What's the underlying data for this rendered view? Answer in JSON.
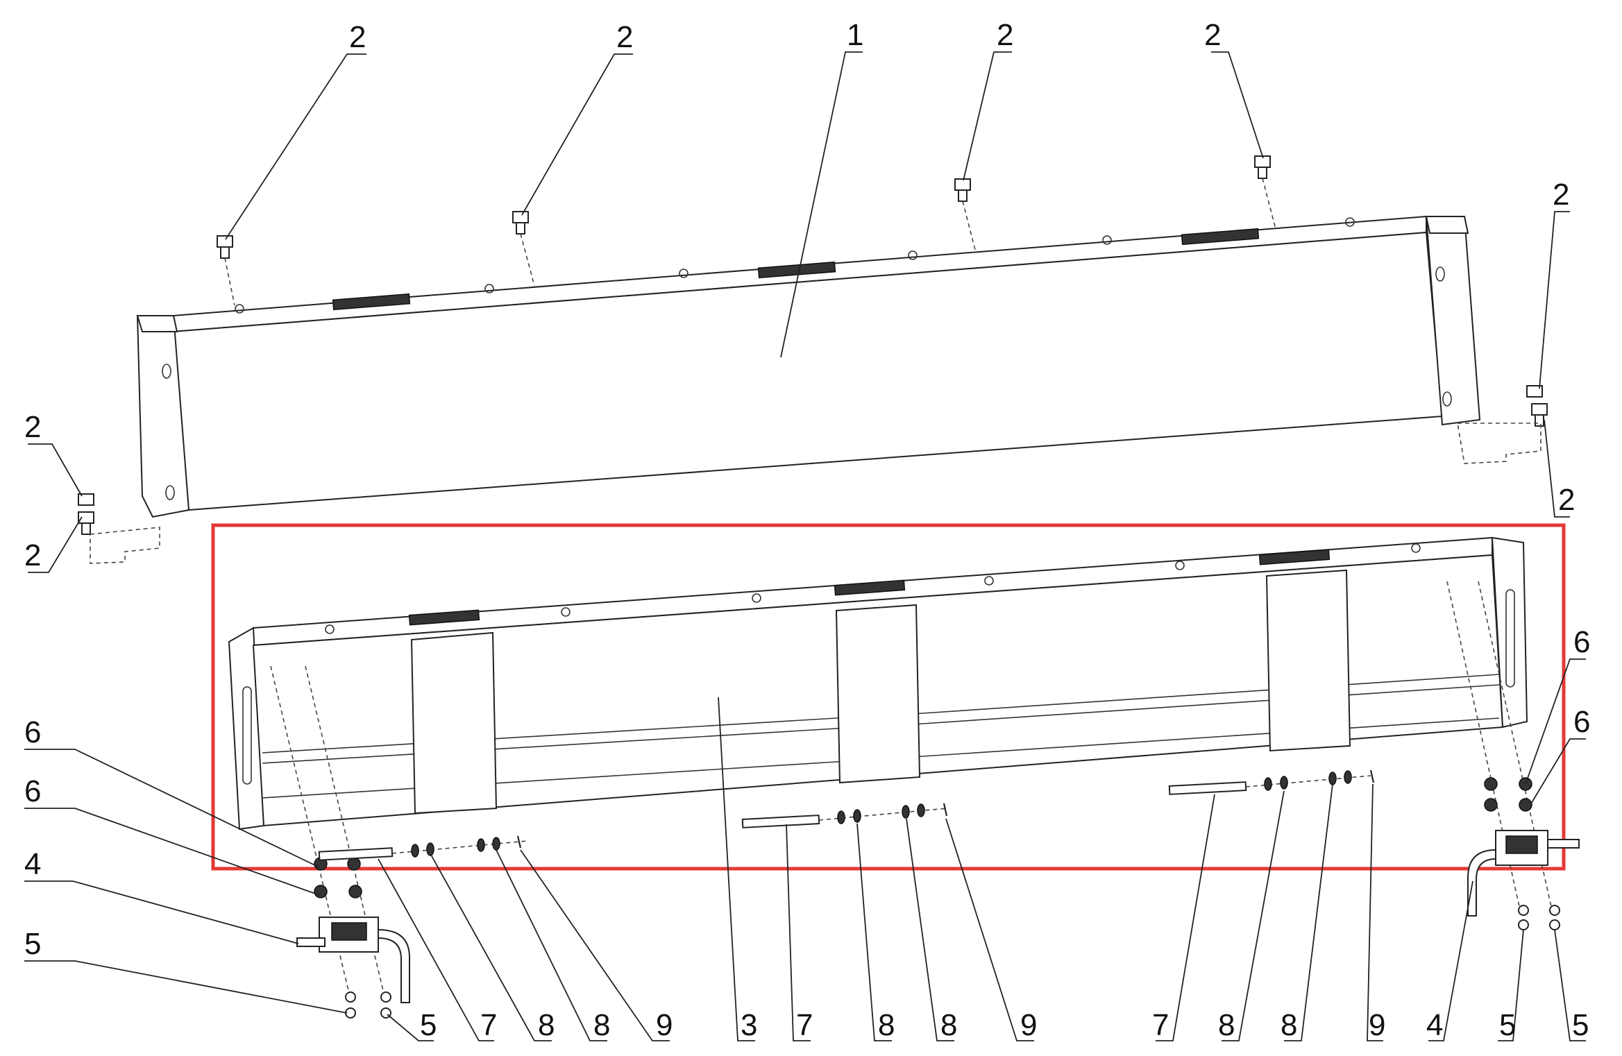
{
  "diagram": {
    "callouts": [
      {
        "id": "c1",
        "text": "2"
      },
      {
        "id": "c2",
        "text": "2"
      },
      {
        "id": "c3",
        "text": "1"
      },
      {
        "id": "c4",
        "text": "2"
      },
      {
        "id": "c5",
        "text": "2"
      },
      {
        "id": "c6",
        "text": "2"
      },
      {
        "id": "c7",
        "text": "2"
      },
      {
        "id": "c8",
        "text": "2"
      },
      {
        "id": "c9",
        "text": "2"
      },
      {
        "id": "c10",
        "text": "6"
      },
      {
        "id": "c11",
        "text": "6"
      },
      {
        "id": "c12",
        "text": "4"
      },
      {
        "id": "c13",
        "text": "5"
      },
      {
        "id": "c14",
        "text": "5"
      },
      {
        "id": "c15",
        "text": "7"
      },
      {
        "id": "c16",
        "text": "8"
      },
      {
        "id": "c17",
        "text": "8"
      },
      {
        "id": "c18",
        "text": "9"
      },
      {
        "id": "c19",
        "text": "3"
      },
      {
        "id": "c20",
        "text": "7"
      },
      {
        "id": "c21",
        "text": "8"
      },
      {
        "id": "c22",
        "text": "8"
      },
      {
        "id": "c23",
        "text": "9"
      },
      {
        "id": "c24",
        "text": "7"
      },
      {
        "id": "c25",
        "text": "8"
      },
      {
        "id": "c26",
        "text": "8"
      },
      {
        "id": "c27",
        "text": "9"
      },
      {
        "id": "c28",
        "text": "4"
      },
      {
        "id": "c29",
        "text": "5"
      },
      {
        "id": "c30",
        "text": "5"
      },
      {
        "id": "c31",
        "text": "6"
      },
      {
        "id": "c32",
        "text": "6"
      }
    ],
    "highlight_color": "#e53935",
    "line_color": "#222222"
  }
}
